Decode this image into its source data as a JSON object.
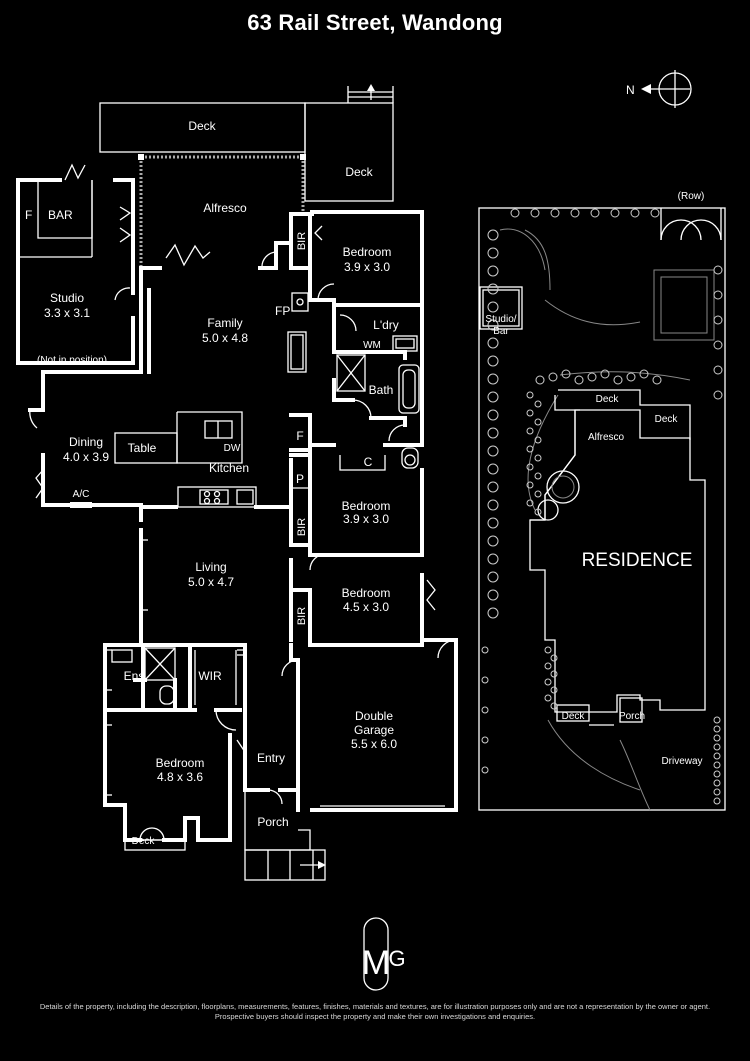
{
  "title": "63 Rail Street, Wandong",
  "compass": {
    "label": "N"
  },
  "rooms": {
    "deck_top": "Deck",
    "deck_right": "Deck",
    "alfresco": "Alfresco",
    "bar": "BAR",
    "f_bar": "F",
    "studio": {
      "name": "Studio",
      "dims": "3.3 x 3.1"
    },
    "not_in_position": "(Not in position)",
    "family": {
      "name": "Family",
      "dims": "5.0 x 4.8"
    },
    "fp": "FP",
    "bir1": "BIR",
    "bedroom1": {
      "name": "Bedroom",
      "dims": "3.9 x 3.0"
    },
    "ldry": "L'dry",
    "wm": "WM",
    "bath": "Bath",
    "dining": {
      "name": "Dining",
      "dims": "4.0 x 3.9"
    },
    "table": "Table",
    "dw": "DW",
    "kitchen": "Kitchen",
    "ac": "A/C",
    "f_hall": "F",
    "c": "C",
    "p": "P",
    "bir2": "BIR",
    "bedroom2": {
      "name": "Bedroom",
      "dims": "3.9 x 3.0"
    },
    "living": {
      "name": "Living",
      "dims": "5.0 x 4.7"
    },
    "bir3": "BIR",
    "bedroom3": {
      "name": "Bedroom",
      "dims": "4.5 x 3.0"
    },
    "ens": "Ens",
    "wir": "WIR",
    "bedroom4": {
      "name": "Bedroom",
      "dims": "4.8 x 3.6"
    },
    "entry": "Entry",
    "garage": {
      "name1": "Double",
      "name2": "Garage",
      "dims": "5.5 x 6.0"
    },
    "porch": "Porch",
    "deck_bottom": "Deck"
  },
  "site": {
    "row": "(Row)",
    "studio_bar_1": "Studio/",
    "studio_bar_2": "Bar",
    "deck": "Deck",
    "deck2": "Deck",
    "alfresco": "Alfresco",
    "residence": "RESIDENCE",
    "deck_front": "Deck",
    "porch": "Porch",
    "driveway": "Driveway"
  },
  "logo": {
    "letter1": "M",
    "letter2": "G"
  },
  "disclaimer": {
    "line1": "Details of the property, including the description, floorplans, measurements, features, finishes, materials and textures, are for illustration purposes only and are not a representation by the owner or agent.",
    "line2": "Prospective buyers should inspect the property and make their own investigations and enquiries."
  }
}
